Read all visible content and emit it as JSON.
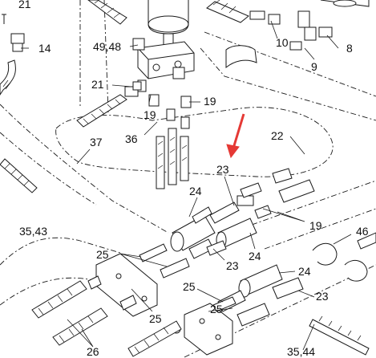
{
  "callouts": [
    {
      "id": "c21-top",
      "text": "21"
    },
    {
      "id": "c14",
      "text": "14"
    },
    {
      "id": "c49-48",
      "text": "49,48"
    },
    {
      "id": "c10",
      "text": "10"
    },
    {
      "id": "c8",
      "text": "8"
    },
    {
      "id": "c9",
      "text": "9"
    },
    {
      "id": "c21-mid",
      "text": "21"
    },
    {
      "id": "c19-a",
      "text": "19"
    },
    {
      "id": "c19-b",
      "text": "19"
    },
    {
      "id": "c36",
      "text": "36"
    },
    {
      "id": "c37",
      "text": "37"
    },
    {
      "id": "c22",
      "text": "22"
    },
    {
      "id": "c23-top",
      "text": "23"
    },
    {
      "id": "c24-left",
      "text": "24"
    },
    {
      "id": "c19-c",
      "text": "19"
    },
    {
      "id": "c46",
      "text": "46"
    },
    {
      "id": "c35-43-left",
      "text": "35,43"
    },
    {
      "id": "c25-a",
      "text": "25"
    },
    {
      "id": "c23-mid",
      "text": "23"
    },
    {
      "id": "c24-mid",
      "text": "24"
    },
    {
      "id": "c24-right",
      "text": "24"
    },
    {
      "id": "c25-b",
      "text": "25"
    },
    {
      "id": "c25-c",
      "text": "25"
    },
    {
      "id": "c23-right",
      "text": "23"
    },
    {
      "id": "c25-d",
      "text": "25"
    },
    {
      "id": "c26",
      "text": "26"
    },
    {
      "id": "c35-44-bottom",
      "text": "35,44"
    }
  ],
  "colors": {
    "line": "#1a1a1a",
    "arrow": "#e53935",
    "background": "#ffffff"
  }
}
